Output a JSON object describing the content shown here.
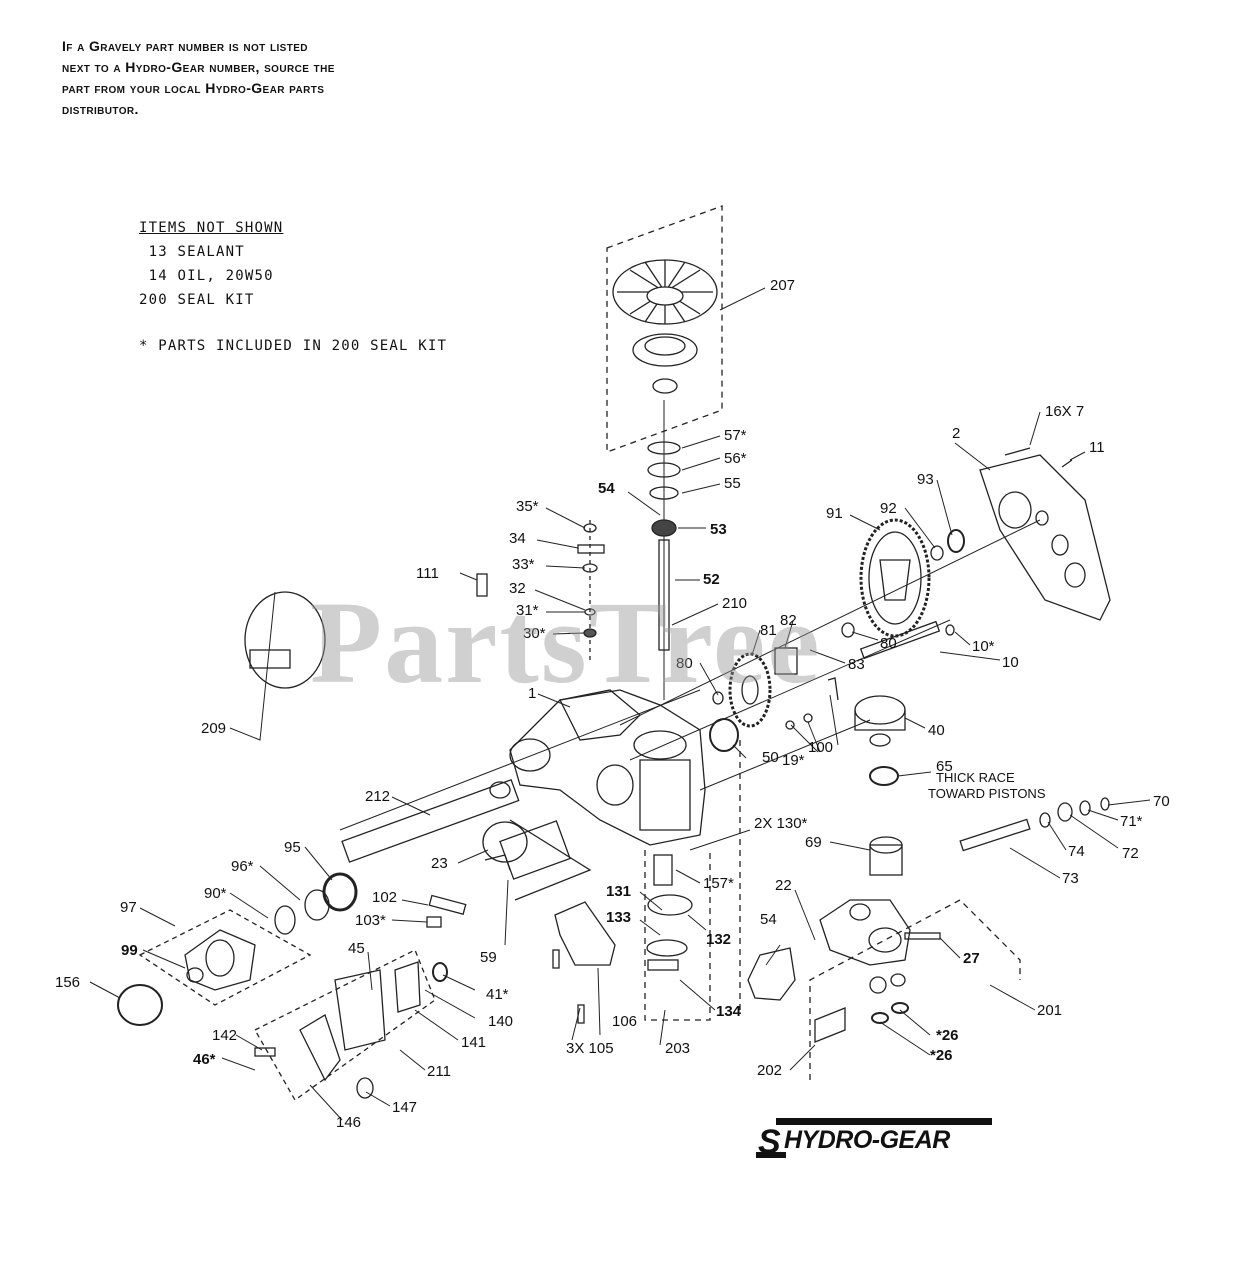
{
  "notice_lines": [
    "If a Gravely part number is not listed",
    "next to a Hydro-Gear number, source the",
    "part from your local Hydro-Gear parts",
    "distributor."
  ],
  "items_not_shown": {
    "header": "ITEMS NOT SHOWN",
    "lines": [
      " 13 SEALANT",
      " 14 OIL, 20W50",
      "200 SEAL KIT"
    ],
    "note": "* PARTS INCLUDED IN 200 SEAL KIT"
  },
  "watermark": "PartsTree",
  "logo": {
    "mark": "S",
    "text": "HYDRO-GEAR"
  },
  "callouts": [
    "207",
    "57*",
    "56*",
    "55",
    "54",
    "53",
    "52",
    "210",
    "35*",
    "34",
    "33*",
    "32",
    "31*",
    "30*",
    "111",
    "16X 7",
    "11",
    "2",
    "93",
    "92",
    "91",
    "80",
    "82",
    "83",
    "81",
    "80",
    "10*",
    "10",
    "40",
    "1",
    "209",
    "212",
    "95",
    "96*",
    "90*",
    "97",
    "99",
    "156",
    "23",
    "59",
    "102",
    "103*",
    "50",
    "19*",
    "100",
    "65",
    "THICK RACE",
    "TOWARD PISTONS",
    "70",
    "71*",
    "72",
    "74",
    "73",
    "2X 130*",
    "157*",
    "69",
    "22",
    "131",
    "133",
    "132",
    "134",
    "106",
    "3X 105",
    "203",
    "45",
    "41*",
    "140",
    "141",
    "142",
    "46*",
    "146",
    "147",
    "211",
    "54",
    "27",
    "201",
    "*26",
    "*26",
    "202"
  ]
}
